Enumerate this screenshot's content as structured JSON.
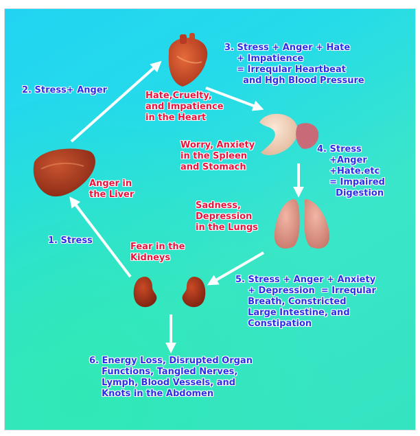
{
  "diagram": {
    "steps": {
      "stress_1": "1. Stress",
      "stress_anger_2": "2. Stress+ Anger",
      "step_3": "3. Stress + Anger + Hate\n    + Impatience\n    = Irreqular Heartbeat\n      and Hgh Blood Pressure",
      "step_4": "4. Stress\n    +Anger\n    +Hate.etc\n    = Impaired\n      Digestion",
      "step_5": "5. Stress + Anger + Anxiety\n    + Depression  = Irreqular\n    Breath, Constricted\n    Large Intestine, and\n    Constipation",
      "step_6": "6. Energy Loss, Disrupted Organ\n    Functions, Tangled Nerves,\n    Lymph, Blood Vessels, and\n    Knots in the Abdomen"
    },
    "organs": {
      "liver": "Anger in\nthe Liver",
      "heart": "Hate,Cruelty,\nand Impatience\nin the Heart",
      "stomach": "Worry, Anxiety\nin the Spleen\nand Stomach",
      "lungs": "Sadness,\nDepression\nin the Lungs",
      "kidneys": "Fear in the\nKidneys"
    },
    "colors": {
      "step_text": "#2a2fe8",
      "organ_text": "#e8143e",
      "arrow": "#ffffff"
    }
  }
}
